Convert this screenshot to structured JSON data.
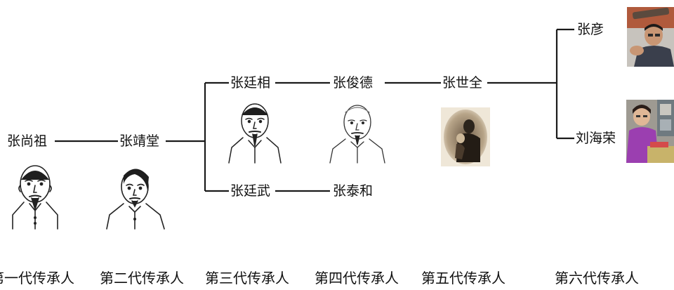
{
  "people": {
    "g1": "张尚祖",
    "g2": "张靖堂",
    "g3a": "张廷相",
    "g3b": "张廷武",
    "g4a": "张俊德",
    "g4b": "张泰和",
    "g5": "张世全",
    "g6a": "张彦",
    "g6b": "刘海荣"
  },
  "generations": [
    "第一代传承人",
    "第二代传承人",
    "第三代传承人",
    "第四代传承人",
    "第五代传承人",
    "第六代传承人"
  ],
  "colors": {
    "line": "#1a1a1a",
    "text": "#111111",
    "sketch": "#222222"
  }
}
